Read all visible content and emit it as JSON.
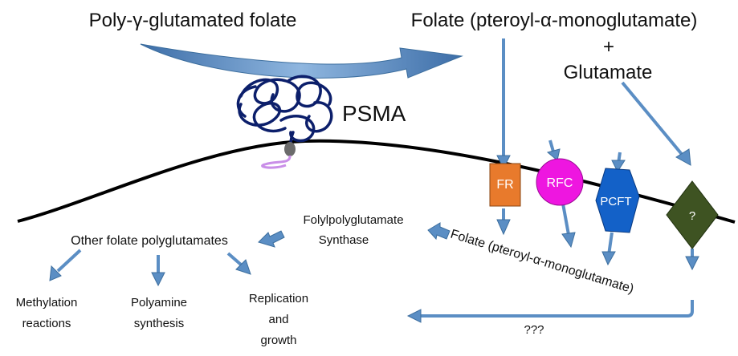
{
  "labels": {
    "poly_folate": "Poly-γ-glutamated folate",
    "folate_top": "Folate (pteroyl-α-monoglutamate)",
    "plus": "+",
    "glutamate": "Glutamate",
    "psma": "PSMA",
    "fr": "FR",
    "rfc": "RFC",
    "pcft": "PCFT",
    "unknown_transporter": "?",
    "fpgs_line1": "Folylpolyglutamate",
    "fpgs_line2": "Synthase",
    "folate_inside": "Folate (pteroyl-α-monoglutamate)",
    "other_polyglutamates": "Other folate polyglutamates",
    "methylation_line1": "Methylation",
    "methylation_line2": "reactions",
    "polyamine_line1": "Polyamine",
    "polyamine_line2": "synthesis",
    "replication_line1": "Replication",
    "replication_line2": "and",
    "replication_line3": "growth",
    "unknown_pathway": "???"
  },
  "colors": {
    "arrow": "#5b8ec4",
    "fr": "#e87a2c",
    "rfc": "#ee16e0",
    "pcft": "#1361c8",
    "unknown_transporter": "#3e5322",
    "psma_coil": "#0c1f6b",
    "psma_tail": "#c98ee8",
    "membrane": "#000000"
  }
}
